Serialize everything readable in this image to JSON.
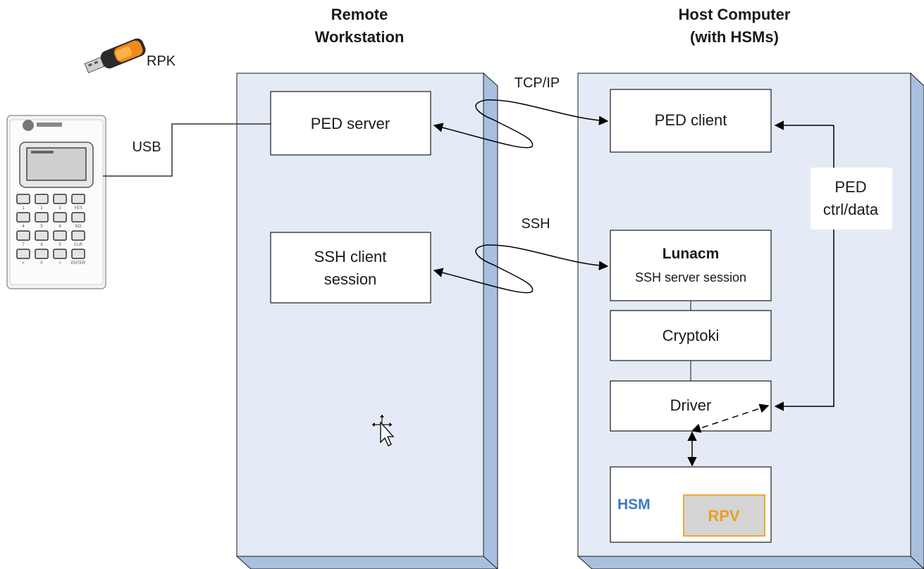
{
  "headers": {
    "remote": [
      "Remote",
      "Workstation"
    ],
    "host": [
      "Host Computer",
      "(with HSMs)"
    ]
  },
  "rpk_label": "RPK",
  "usb_label": "USB",
  "tcpip_label": "TCP/IP",
  "ssh_label": "SSH",
  "ped_server": "PED server",
  "ssh_client": [
    "SSH client",
    "session"
  ],
  "ped_client": "PED client",
  "lunacm_title": "Lunacm",
  "lunacm_sub": "SSH server session",
  "cryptoki": "Cryptoki",
  "driver": "Driver",
  "hsm": "HSM",
  "rpv": "RPV",
  "ped_ctrl": [
    "PED",
    "ctrl/data"
  ],
  "keypad_keys": [
    "1",
    "2",
    "3",
    "YES",
    "4",
    "5",
    "6",
    "NO",
    "7",
    "8",
    "9",
    "CLR",
    "<",
    "0",
    ">",
    "ENTER"
  ],
  "colors": {
    "panel_fill": "#e4ebf6",
    "panel_side": "#a9bfe0",
    "hsm_text": "#3a78c8",
    "rpv_text": "#e8a020",
    "rpv_border": "#f0a830",
    "rpv_fill": "#d4d4d4"
  }
}
